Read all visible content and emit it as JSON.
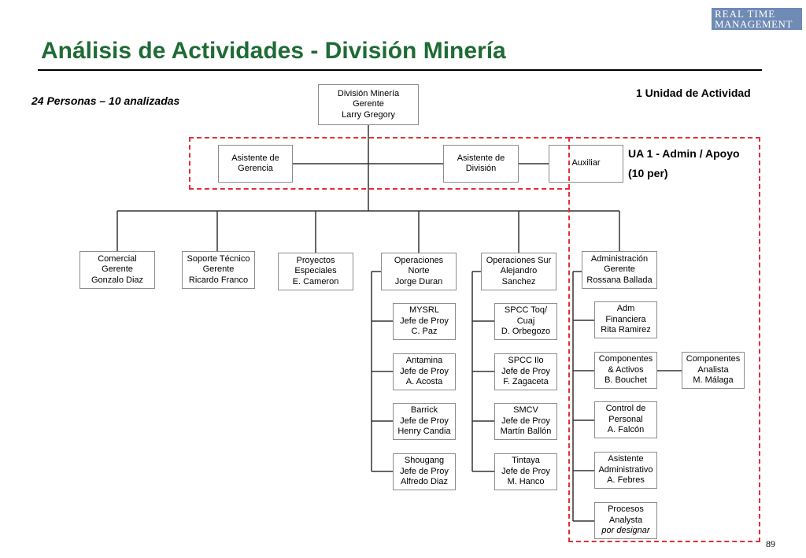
{
  "title": "Análisis de Actividades - División Minería",
  "logo": {
    "line1": "REAL TIME",
    "line2": "MANAGEMENT"
  },
  "subtitle": "24 Personas – 10 analizadas",
  "activity_units_label": "1 Unidad de Actividad",
  "ua": {
    "title": "UA 1 - Admin / Apoyo",
    "count": "(10 per)"
  },
  "page_number": "89",
  "accent_colors": {
    "title": "#1f6b35",
    "highlight_dash": "#e0303a",
    "logo_bg": "#6f8bb5"
  },
  "org": {
    "root": {
      "line1": "División Minería",
      "line2": "Gerente",
      "line3": "Larry Gregory"
    },
    "staff": [
      {
        "line1": "Asistente de",
        "line2": "Gerencia"
      },
      {
        "line1": "Asistente de",
        "line2": "División"
      },
      {
        "line1": "Auxiliar"
      }
    ],
    "departments": [
      {
        "line1": "Comercial",
        "line2": "Gerente",
        "line3": "Gonzalo Diaz"
      },
      {
        "line1": "Soporte Técnico",
        "line2": "Gerente",
        "line3": "Ricardo Franco"
      },
      {
        "line1": "Proyectos",
        "line2": "Especiales",
        "line3": "E. Cameron"
      },
      {
        "line1": "Operaciones",
        "line2": "Norte",
        "line3": "Jorge Duran"
      },
      {
        "line1": "Operaciones Sur",
        "line2": "Alejandro",
        "line3": "Sanchez"
      },
      {
        "line1": "Administración",
        "line2": "Gerente",
        "line3": "Rossana Ballada"
      }
    ],
    "ops_norte_reports": [
      {
        "line1": "MYSRL",
        "line2": "Jefe de Proy",
        "line3": "C. Paz"
      },
      {
        "line1": "Antamina",
        "line2": "Jefe de Proy",
        "line3": "A. Acosta"
      },
      {
        "line1": "Barrick",
        "line2": "Jefe de Proy",
        "line3": "Henry Candia"
      },
      {
        "line1": "Shougang",
        "line2": "Jefe de Proy",
        "line3": "Alfredo Diaz"
      }
    ],
    "ops_sur_reports": [
      {
        "line1": "SPCC Toq/",
        "line2": "Cuaj",
        "line3": "D. Orbegozo"
      },
      {
        "line1": "SPCC Ilo",
        "line2": "Jefe de Proy",
        "line3": "F. Zagaceta"
      },
      {
        "line1": "SMCV",
        "line2": "Jefe de Proy",
        "line3": "Martín Ballón"
      },
      {
        "line1": "Tintaya",
        "line2": "Jefe de Proy",
        "line3": "M. Hanco"
      }
    ],
    "admin_reports": [
      {
        "line1": "Adm",
        "line2": "Financiera",
        "line3": "Rita Ramirez"
      },
      {
        "line1": "Componentes",
        "line2": "& Activos",
        "line3": "B.  Bouchet"
      },
      {
        "line1": "Control de",
        "line2": "Personal",
        "line3": "A.  Falcón"
      },
      {
        "line1": "Asistente",
        "line2": "Administrativo",
        "line3": "A.  Febres"
      },
      {
        "line1": "Procesos",
        "line2": "Analysta",
        "line3": "por designar"
      }
    ],
    "componentes_report": {
      "line1": "Componentes",
      "line2": "Analista",
      "line3": "M. Málaga"
    }
  }
}
